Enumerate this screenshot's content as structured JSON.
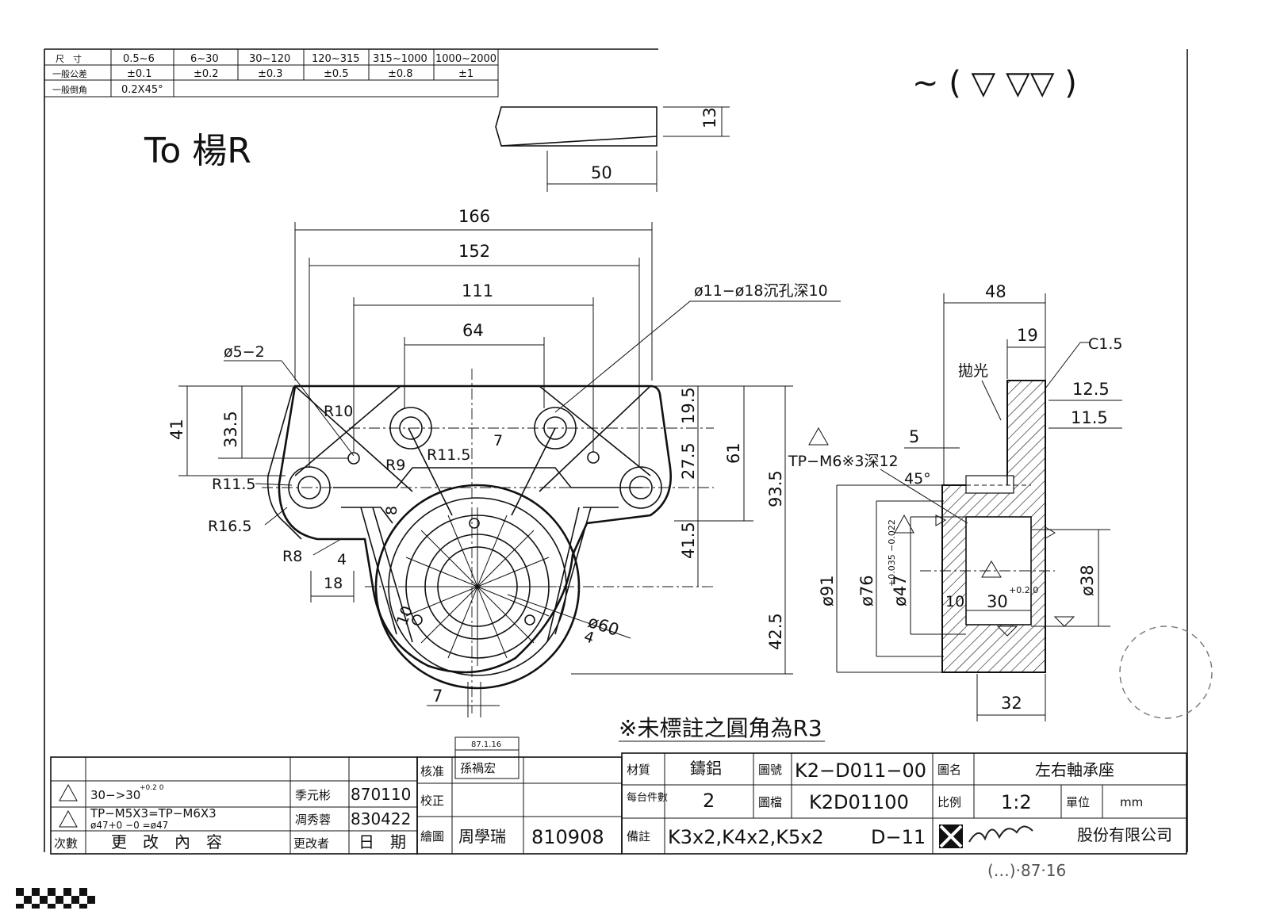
{
  "tolerance_table": {
    "row1_label": "尺　寸",
    "row2_label": "一般公差",
    "row3_label": "一般倒角",
    "ranges": [
      "0.5~6",
      "6~30",
      "30~120",
      "120~315",
      "315~1000",
      "1000~2000"
    ],
    "tolerances": [
      "±0.1",
      "±0.2",
      "±0.3",
      "±0.5",
      "±0.8",
      "±1"
    ],
    "chamfer": "0.2X45°"
  },
  "handwritten_note": "To 楊R",
  "surface_symbols": "∼ ( ▽ ▽▽ )",
  "top_view": {
    "dim_13": "13",
    "dim_50": "50"
  },
  "front_view": {
    "dim_166": "166",
    "dim_152": "152",
    "dim_111": "111",
    "dim_64": "64",
    "hole_note": "ø11−ø18沉孔深10",
    "dia_5_2": "ø5−2",
    "r10": "R10",
    "r9": "R9",
    "r11_5_a": "R11.5",
    "r11_5_b": "R11.5",
    "r16_5": "R16.5",
    "r8": "R8",
    "r4": "4",
    "r8b": "8",
    "r7": "7",
    "dim_18": "18",
    "dim_41": "41",
    "dim_33_5": "33.5",
    "dim_19_5": "19.5",
    "dim_27_5": "27.5",
    "dim_41_5": "41.5",
    "dim_61": "61",
    "dim_93_5": "93.5",
    "dim_42_5": "42.5",
    "dia_60": "ø60",
    "dim_4": "4",
    "dim_7": "7",
    "dim_10": "10"
  },
  "side_view": {
    "dim_48": "48",
    "dim_19": "19",
    "c1_5": "C1.5",
    "polish_note": "拋光",
    "dim_12_5": "12.5",
    "dim_11_5": "11.5",
    "dim_5": "5",
    "tap_note": "TP−M6※3深12",
    "angle_45": "45°",
    "dia_91": "ø91",
    "dia_76": "ø76",
    "dia_47": "ø47",
    "tol_47": "+0.035 −0.022",
    "dia_38": "ø38",
    "dim_10": "10",
    "dim_30": "30",
    "tol_30": "+0.2 0",
    "dim_32": "32"
  },
  "general_note": "※未標註之圓角為R3",
  "revision_block": {
    "rev1_content": "30−>30",
    "rev1_tol": "+0.2 0",
    "rev1_by": "季元彬",
    "rev1_date": "870110",
    "rev2_content": "TP−M5X3=TP−M6X3",
    "rev2_content_b": "ø47+0 −0 =ø47",
    "rev2_by": "凋秀蓉",
    "rev2_date": "830422",
    "hdr_no": "次數",
    "hdr_content": "更　改　內　容",
    "hdr_by": "更改者",
    "hdr_date": "日　期"
  },
  "approval_block": {
    "approved_label": "核准",
    "approved_by": "孫禍宏",
    "approved_stamp": "87.1.16",
    "checked_label": "校正",
    "drawn_label": "繪圖",
    "drawn_by": "周學瑞",
    "drawn_date": "810908"
  },
  "title_block": {
    "material_label": "材質",
    "material": "鑄鋁",
    "drawing_no_label": "圖號",
    "drawing_no": "K2−D011−00",
    "name_label": "圖名",
    "name": "左右軸承座",
    "qty_label": "每台件數",
    "qty": "2",
    "file_label": "圖檔",
    "file": "K2D01100",
    "scale_label": "比例",
    "scale": "1:2",
    "unit_label": "單位",
    "unit": "mm",
    "remark_label": "備註",
    "remark": "K3x2,K4x2,K5x2",
    "remark_code": "D−11",
    "company": "股份有限公司"
  },
  "bottom_handwriting": "(…)·87·16"
}
